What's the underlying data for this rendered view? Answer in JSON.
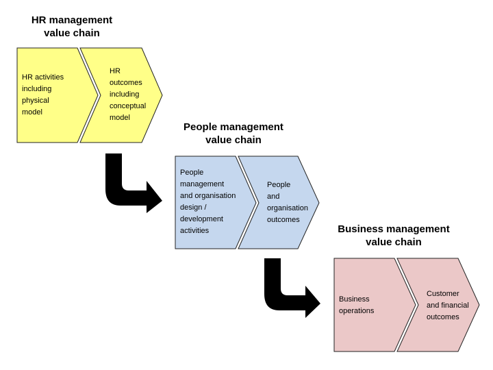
{
  "colors": {
    "hr": "#ffff88",
    "people": "#c5d7ee",
    "business": "#ebc8c8",
    "outline": "#222222",
    "arrow": "#000000"
  },
  "chains": [
    {
      "id": "hr",
      "title_lines": [
        "HR management",
        "value chain"
      ],
      "steps": [
        {
          "label_lines": [
            "HR activities",
            "including",
            "physical",
            "model"
          ]
        },
        {
          "label_lines": [
            "HR",
            "outcomes",
            "including",
            "conceptual",
            "model"
          ]
        }
      ]
    },
    {
      "id": "people",
      "title_lines": [
        "People management",
        "value chain"
      ],
      "steps": [
        {
          "label_lines": [
            "People",
            "management",
            "and organisation",
            "design /",
            "development",
            "activities"
          ]
        },
        {
          "label_lines": [
            "People",
            "and",
            "organisation",
            "outcomes"
          ]
        }
      ]
    },
    {
      "id": "business",
      "title_lines": [
        "Business management",
        "value chain"
      ],
      "steps": [
        {
          "label_lines": [
            "Business",
            "operations"
          ]
        },
        {
          "label_lines": [
            "Customer",
            "and financial",
            "outcomes"
          ]
        }
      ]
    }
  ],
  "connectors": [
    {
      "from": "hr",
      "to": "people",
      "icon": "curved-arrow-icon"
    },
    {
      "from": "people",
      "to": "business",
      "icon": "curved-arrow-icon"
    }
  ]
}
